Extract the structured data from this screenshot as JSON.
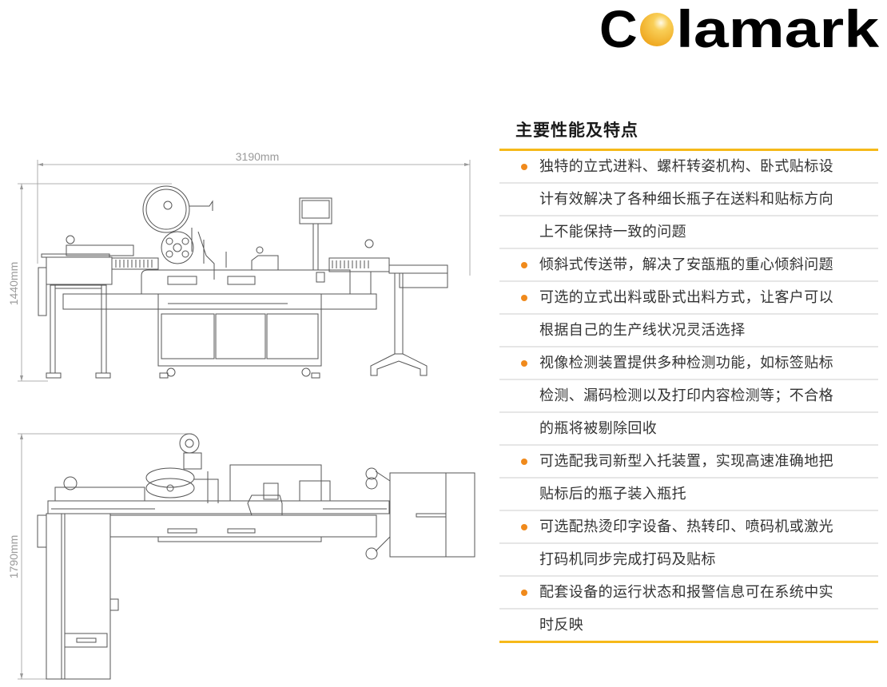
{
  "logo": {
    "first": "C",
    "rest": "lamark",
    "ball_color": "#f6b533"
  },
  "drawings": {
    "front_view": {
      "width_label": "3190mm",
      "height_label": "1440mm"
    },
    "top_view": {
      "depth_label": "1790mm"
    }
  },
  "features": {
    "title": "主要性能及特点",
    "accent_color": "#f6b91a",
    "bullet_color": "#f08a1c",
    "rows": [
      {
        "bullet": true,
        "text": "独特的立式进料、螺杆转姿机构、卧式贴标设"
      },
      {
        "bullet": false,
        "text": "计有效解决了各种细长瓶子在送料和贴标方向"
      },
      {
        "bullet": false,
        "text": "上不能保持一致的问题"
      },
      {
        "bullet": true,
        "text": "倾斜式传送带，解决了安瓿瓶的重心倾斜问题"
      },
      {
        "bullet": true,
        "text": "可选的立式出料或卧式出料方式，让客户可以"
      },
      {
        "bullet": false,
        "text": "根据自己的生产线状况灵活选择"
      },
      {
        "bullet": true,
        "text": "视像检测装置提供多种检测功能，如标签贴标"
      },
      {
        "bullet": false,
        "text": "检测、漏码检测以及打印内容检测等；不合格"
      },
      {
        "bullet": false,
        "text": "的瓶将被剔除回收"
      },
      {
        "bullet": true,
        "text": "可选配我司新型入托装置，实现高速准确地把"
      },
      {
        "bullet": false,
        "text": "贴标后的瓶子装入瓶托"
      },
      {
        "bullet": true,
        "text": "可选配热烫印字设备、热转印、喷码机或激光"
      },
      {
        "bullet": false,
        "text": "打码机同步完成打码及贴标"
      },
      {
        "bullet": true,
        "text": "配套设备的运行状态和报警信息可在系统中实"
      },
      {
        "bullet": false,
        "text": "时反映"
      }
    ]
  }
}
